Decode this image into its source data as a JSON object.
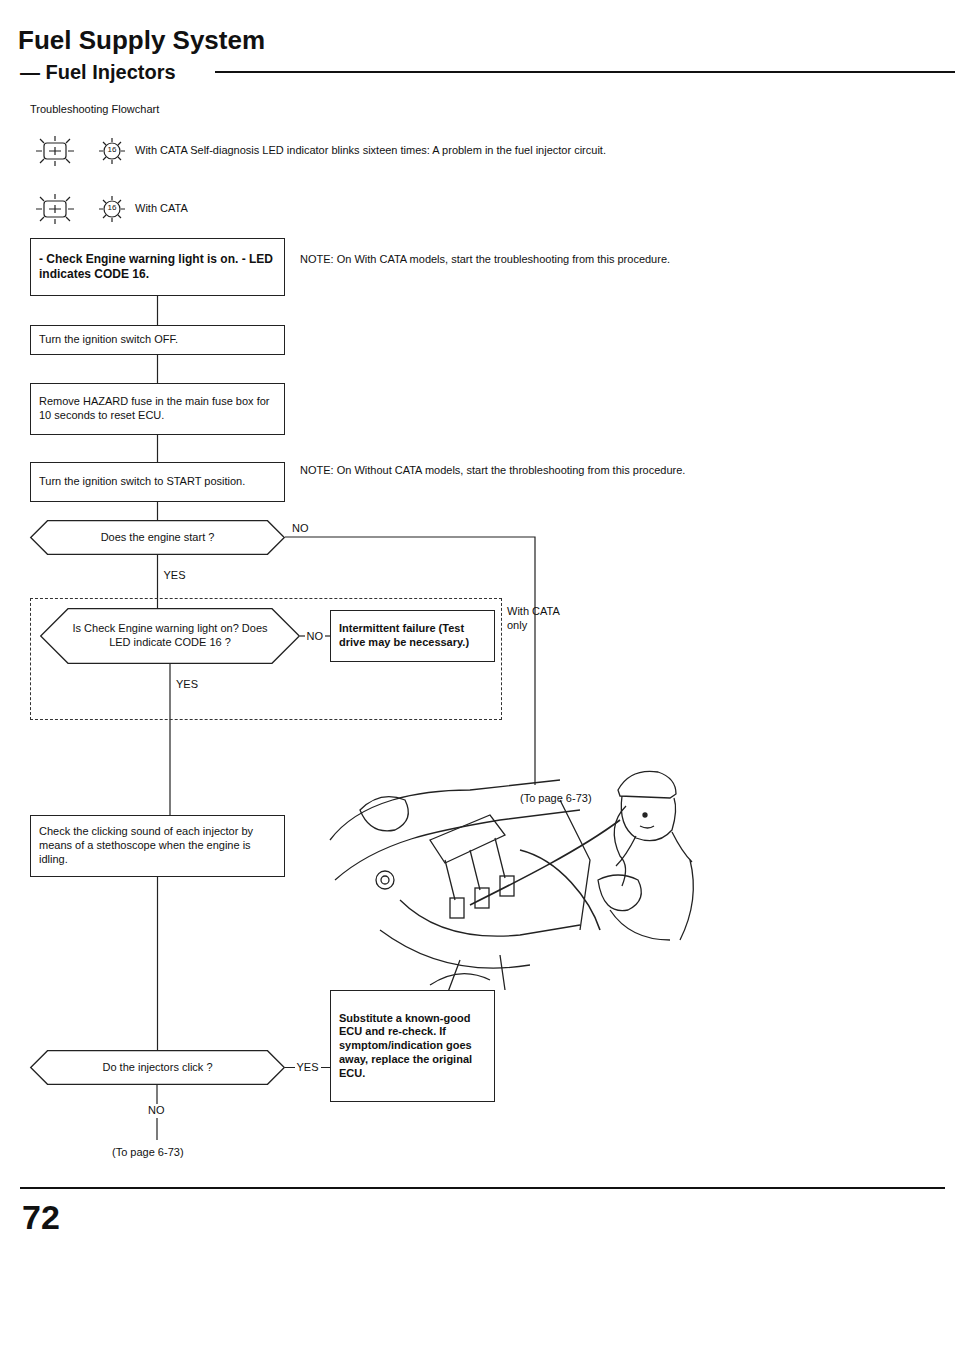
{
  "diagram": {
    "title": "Fuel Supply System",
    "nodes": [
      {
        "text": [
          "- Check Engine warning light is on. - LED indicates CODE 16."
        ]
      },
      {
        "text": [
          "Turn the ignition switch OFF."
        ]
      },
      {
        "text": [
          "Remove HAZARD fuse in the main fuse box for 10 seconds to reset ECU."
        ]
      },
      {
        "text": [
          "Turn the ignition switch to START position."
        ]
      },
      {
        "text": [
          "Does the engine start ?"
        ]
      },
      {
        "text": [
          "With CATA only"
        ]
      },
      {
        "text": [
          "Is Check Engine warning light on? Does LED indicate CODE 16 ?"
        ],
        "in": 5
      },
      {
        "text": [
          "Intermittent failure (Test drive may be necessary.)"
        ],
        "in": 5
      },
      {
        "text": [
          "Check the clicking sound of each injector by means of a stethoscope when the engine is idling."
        ]
      },
      {
        "text": [
          "Do the injectors click ?"
        ]
      },
      {
        "text": [
          "Substitute a known-good ECU and re-check. If symptom/indication goes away, replace the original ECU."
        ]
      }
    ],
    "edges": [
      {
        "from": 0,
        "to": 1,
        "arrow": "none"
      },
      {
        "from": 1,
        "to": 2,
        "arrow": "none"
      },
      {
        "from": 2,
        "to": 3,
        "arrow": "none"
      },
      {
        "from": 3,
        "to": 4,
        "arrow": "none"
      },
      {
        "from": 4,
        "to": 6,
        "label": "YES",
        "arrow": "none"
      },
      {
        "from": 6,
        "to": 7,
        "label": "NO",
        "arrow": "none"
      },
      {
        "from": 6,
        "to": 8,
        "label": "YES",
        "arrow": "none"
      },
      {
        "from": 8,
        "to": 9,
        "arrow": "none"
      },
      {
        "from": 9,
        "to": 10,
        "label": "YES",
        "arrow": "none"
      }
    ],
    "labels": [
      "— Fuel Injectors",
      "Troubleshooting Flowchart",
      "16",
      "With CATA Self-diagnosis LED indicator blinks sixteen times: A problem in the fuel injector circuit.",
      "16",
      "With CATA",
      "NOTE: On With CATA models, start the troubleshooting from this procedure.",
      "NOTE: On Without CATA models, start the throbleshooting from this procedure.",
      "NO",
      "(To page 6-73)",
      "NO",
      "(To page 6-73)",
      "72"
    ]
  }
}
